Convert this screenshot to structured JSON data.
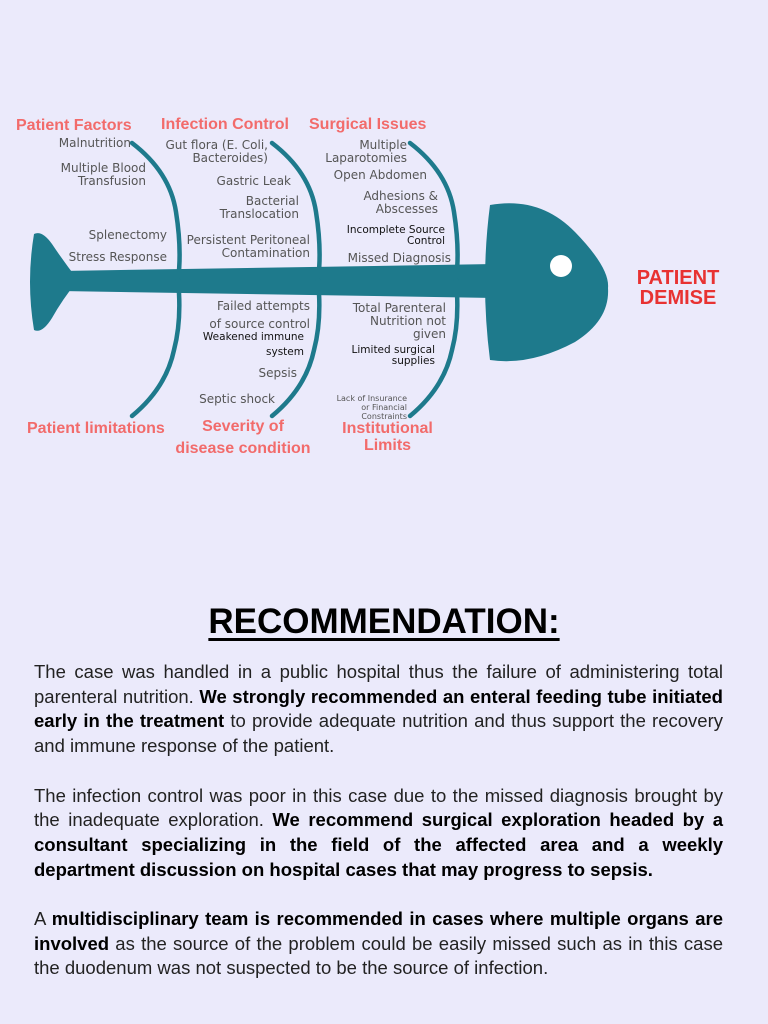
{
  "fishbone": {
    "effect": [
      "PATIENT",
      "DEMISE"
    ],
    "categories": {
      "patient_factors": "Patient Factors",
      "infection_control": "Infection Control",
      "surgical_issues": "Surgical Issues",
      "patient_limitations": "Patient limitations",
      "severity": [
        "Severity of",
        "disease condition"
      ],
      "institutional": [
        "Institutional",
        "Limits"
      ]
    },
    "causes": {
      "malnutrition": "Malnutrition",
      "blood_transfusion": [
        "Multiple Blood",
        "Transfusion"
      ],
      "splenectomy": "Splenectomy",
      "stress_response": "Stress Response",
      "gut_flora": [
        "Gut flora (E. Coli,",
        "Bacteroides)"
      ],
      "gastric_leak": "Gastric Leak",
      "bacterial_translocation": [
        "Bacterial",
        "Translocation"
      ],
      "peritoneal_contamination": [
        "Persistent Peritoneal",
        "Contamination"
      ],
      "laparotomies": [
        "Multiple",
        "Laparotomies"
      ],
      "open_abdomen": "Open Abdomen",
      "adhesions": [
        "Adhesions &",
        "Abscesses"
      ],
      "source_control": [
        "Incomplete Source",
        "Control"
      ],
      "missed_diagnosis": "Missed Diagnosis",
      "failed_attempts": [
        "Failed attempts",
        "of source control"
      ],
      "weakened_immune": [
        "Weakened immune",
        "system"
      ],
      "sepsis": "Sepsis",
      "septic_shock": "Septic shock",
      "tpn": [
        "Total Parenteral",
        "Nutrition not",
        "given"
      ],
      "surgical_supplies": [
        "Limited surgical",
        "supplies"
      ],
      "insurance": [
        "Lack of Insurance",
        "or Financial",
        "Constraints"
      ]
    }
  },
  "recommendation": {
    "title": "RECOMMENDATION:",
    "p1": {
      "t1": "The case was handled in a public hospital thus the failure of administering total parenteral nutrition. ",
      "b1": "We strongly recommended an enteral feeding tube initiated early in the treatment",
      "t2": " to provide adequate nutrition and thus support the recovery and immune response of the patient."
    },
    "p2": {
      "t1": "The infection control was poor in this case due to the missed diagnosis brought by the inadequate exploration. ",
      "b1": "We recommend surgical exploration headed by a consultant specializing in the field of the affected area and a weekly department discussion on hospital cases that may progress to sepsis."
    },
    "p3": {
      "t1": "A ",
      "b1": "multidisciplinary team is recommended in cases where multiple organs are involved",
      "t2": " as the source of the problem could be easily missed such as in this case the duodenum was not suspected to be the source of infection."
    }
  },
  "colors": {
    "fish": "#1e7a8c",
    "category": "#f26b6b",
    "effect": "#e83232",
    "background": "#ebeafb"
  }
}
